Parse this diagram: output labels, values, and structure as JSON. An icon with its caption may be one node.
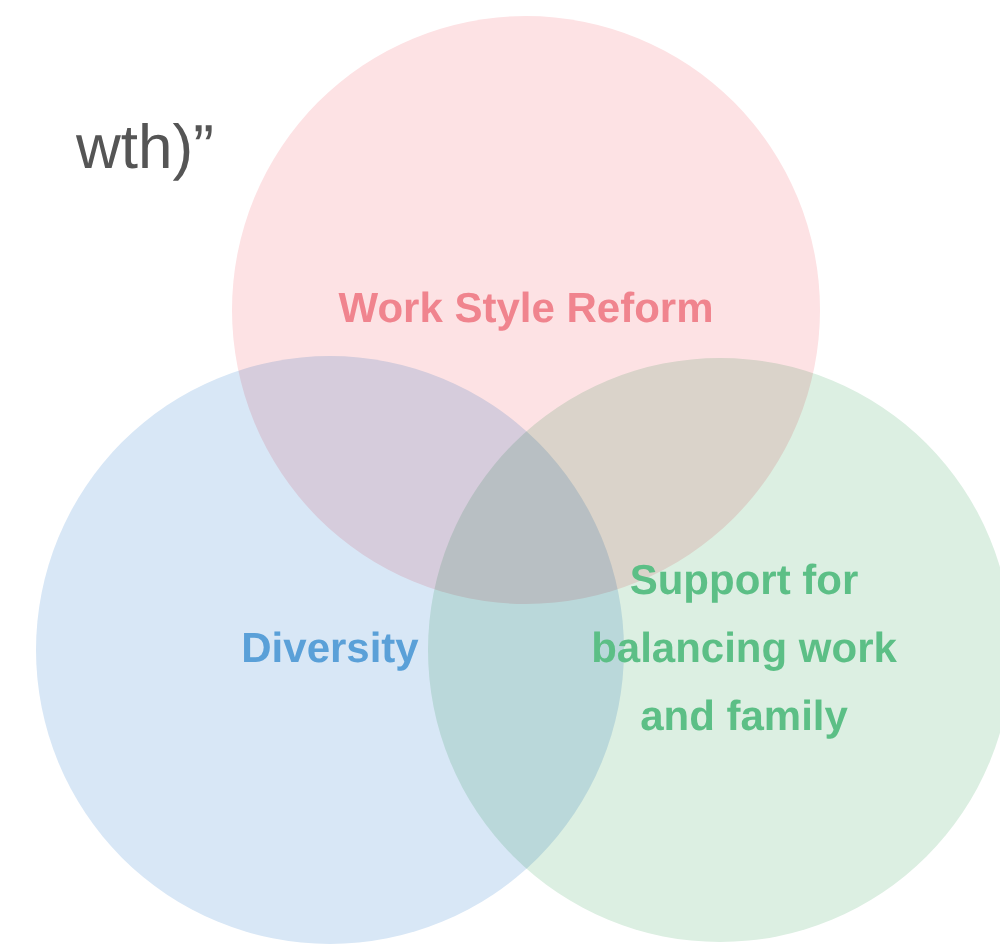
{
  "diagram": {
    "nodes": [
      {
        "text": [
          "Work Style Reform"
        ]
      },
      {
        "text": [
          "Diversity"
        ]
      },
      {
        "text": [
          "Support for balancing work and family"
        ]
      }
    ],
    "labels": [
      "wth)”"
    ]
  }
}
